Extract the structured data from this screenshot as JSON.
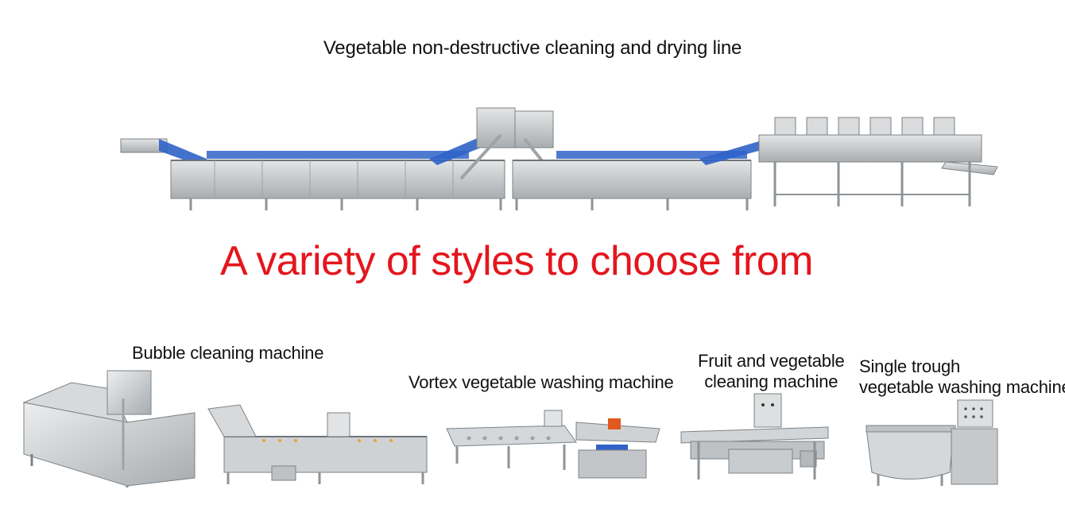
{
  "top_title": "Vegetable non-destructive cleaning and drying line",
  "headline": "A variety of styles to choose from",
  "machines": {
    "bubble": "Bubble cleaning machine",
    "vortex": "Vortex vegetable washing machine",
    "fruit_line1": "Fruit and vegetable",
    "fruit_line2": "cleaning machine",
    "single_line1": "Single trough",
    "single_line2": "vegetable washing machine"
  },
  "colors": {
    "headline": "#e4161d",
    "steel": "#c9ccce",
    "steel_dark": "#8e9396",
    "belt_blue": "#2f63c8",
    "motor_orange": "#e05a1e"
  }
}
